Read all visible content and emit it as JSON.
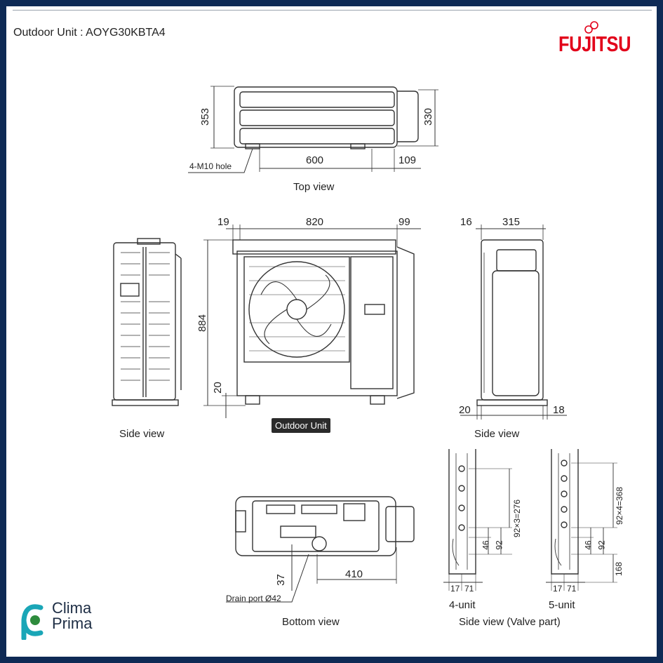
{
  "header": {
    "title": "Outdoor Unit : AOYG30KBTA4",
    "brand": "FUJITSU",
    "brand_color": "#e2001a"
  },
  "views": {
    "top": "Top view",
    "side_left": "Side view",
    "front": "Outdoor Unit",
    "side_right": "Side view",
    "bottom": "Bottom view",
    "valve": "Side view (Valve part)",
    "unit4": "4-unit",
    "unit5": "5-unit"
  },
  "dimensions": {
    "top_h1": "353",
    "top_h2": "330",
    "top_w": "600",
    "top_ext": "109",
    "hole": "4-M10 hole",
    "front_left": "19",
    "front_w": "820",
    "front_right": "99",
    "front_h": "884",
    "front_base": "20",
    "side_off": "16",
    "side_w": "315",
    "side_bl": "20",
    "side_br": "18",
    "bottom_w": "410",
    "bottom_h": "37",
    "drain": "Drain port Ø42",
    "v4_pitch": "92×3=276",
    "v4_a": "46",
    "v4_b": "92",
    "v4_c": "17",
    "v4_d": "71",
    "v5_pitch": "92×4=368",
    "v5_a": "46",
    "v5_b": "92",
    "v5_c": "17",
    "v5_d": "71",
    "v5_h": "168"
  },
  "logo": {
    "line1": "Clima",
    "line2": "Prima",
    "accent": "#1aa6b7",
    "dot": "#2e8b3d"
  }
}
